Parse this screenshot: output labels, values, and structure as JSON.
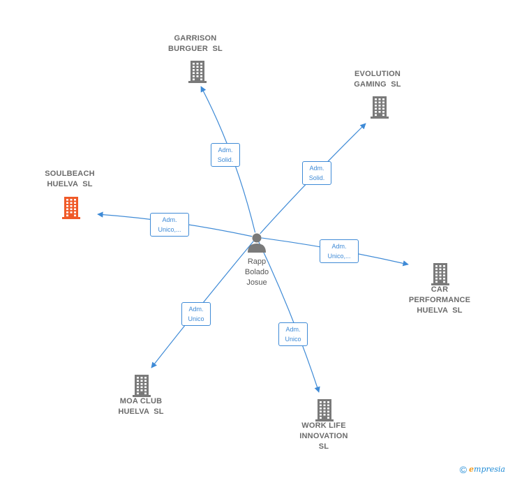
{
  "diagram": {
    "center": {
      "name": [
        "Rapp",
        "Bolado",
        "Josue"
      ],
      "icon": "person-icon"
    },
    "companies": [
      {
        "id": "garrison",
        "lines": [
          "GARRISON",
          "BURGUER  SL"
        ],
        "icon": "building-icon",
        "color": "#7a7a7a"
      },
      {
        "id": "evolution",
        "lines": [
          "EVOLUTION",
          "GAMING  SL"
        ],
        "icon": "building-icon",
        "color": "#7a7a7a"
      },
      {
        "id": "soulbeach",
        "lines": [
          "SOULBEACH",
          "HUELVA  SL"
        ],
        "icon": "building-icon",
        "color": "#f05a28"
      },
      {
        "id": "car",
        "lines": [
          "CAR",
          "PERFORMANCE",
          "HUELVA  SL"
        ],
        "icon": "building-icon",
        "color": "#7a7a7a"
      },
      {
        "id": "moa",
        "lines": [
          "MOA CLUB",
          "HUELVA  SL"
        ],
        "icon": "building-icon",
        "color": "#7a7a7a"
      },
      {
        "id": "worklife",
        "lines": [
          "WORK LIFE",
          "INNOVATION",
          "SL"
        ],
        "icon": "building-icon",
        "color": "#7a7a7a"
      }
    ],
    "edges": [
      {
        "to": "garrison",
        "label": [
          "Adm.",
          "Solid."
        ]
      },
      {
        "to": "evolution",
        "label": [
          "Adm.",
          "Solid."
        ]
      },
      {
        "to": "soulbeach",
        "label": [
          "Adm.",
          "Unico,..."
        ]
      },
      {
        "to": "car",
        "label": [
          "Adm.",
          "Unico,..."
        ]
      },
      {
        "to": "moa",
        "label": [
          "Adm.",
          "Unico"
        ]
      },
      {
        "to": "worklife",
        "label": [
          "Adm.",
          "Unico"
        ]
      }
    ],
    "edge_color": "#3e8ad6"
  },
  "footer": {
    "copyright": "©",
    "brand_initial": "e",
    "brand_rest": "mpresia"
  }
}
